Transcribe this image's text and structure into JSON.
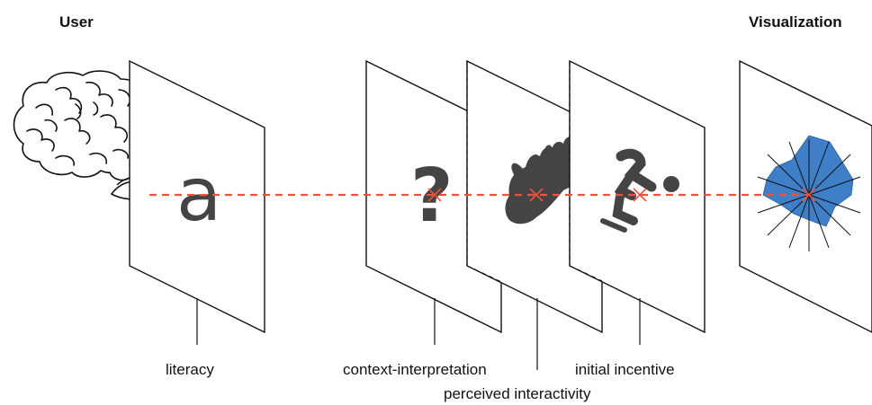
{
  "headers": {
    "user": "User",
    "visualization": "Visualization"
  },
  "layers": {
    "literacy": {
      "label": "literacy",
      "glyph": "a"
    },
    "context_interpretation": {
      "label": "context-interpretation",
      "glyph": "?"
    },
    "perceived_interactivity": {
      "label": "perceived interactivity",
      "icon": "hand-icon"
    },
    "initial_incentive": {
      "label": "initial incentive",
      "icon": "diving-person-icon"
    }
  },
  "icons": {
    "brain": "brain-icon",
    "eye": "eye-icon",
    "radar": "radar-chart-icon"
  },
  "colors": {
    "sightline": "#e8553f",
    "radar_fill": "#3f7fc8",
    "glyph": "#444444",
    "frame": "#111111"
  }
}
